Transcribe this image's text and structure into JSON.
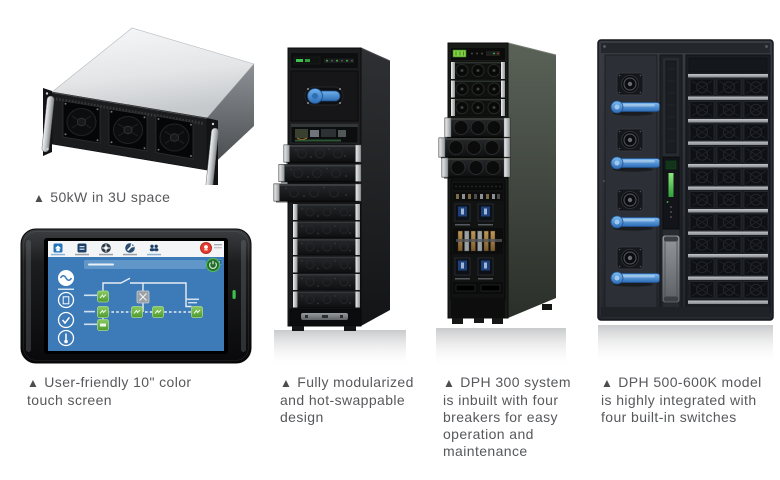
{
  "page": {
    "background": "#ffffff",
    "marker": "▲",
    "caption_color": "#57585b"
  },
  "captions": [
    {
      "text": "50kW in 3U space"
    },
    {
      "text": "User-friendly 10\" color touch screen"
    },
    {
      "text": "Fully modularized and hot-swappable design"
    },
    {
      "text": "DPH 300 system is inbuilt with four breakers for easy operation and maintenance"
    },
    {
      "text": "DPH 500-600K model is highly integrated with four built-in switches"
    }
  ],
  "touchscreen_ui": {
    "icons": [
      "home-icon",
      "management-icon",
      "setup-icon",
      "maintenance-icon",
      "log-icon",
      "alarm-icon",
      "power-icon",
      "ac-wave-icon",
      "report-icon",
      "check-icon",
      "meter-icon"
    ],
    "colors": {
      "screen_blue": "#3d7ab8",
      "header_blue": "#6096c8",
      "node_green": "#5fb04a",
      "alarm_red": "#e23b2e",
      "led_green": "#3fc04c"
    }
  },
  "hardware_colors": {
    "chassis_top_gray": "#e2e4e6",
    "chassis_black": "#1b1c1e",
    "handle_blue": "#3f87d2",
    "cabinet_side_green": "#4b5347",
    "copper_busbar": "#a8833f",
    "rail_gray": "#a9adb1",
    "chrome": "#c3c6c8"
  }
}
